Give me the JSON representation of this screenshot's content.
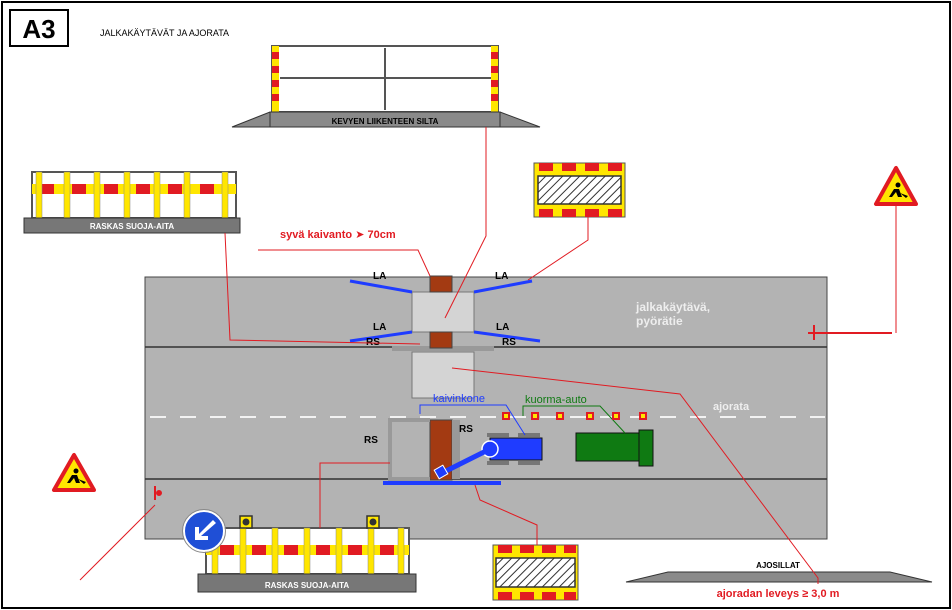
{
  "header": {
    "code": "A3",
    "title": "JALKAKÄYTÄVÄT JA AJORATA"
  },
  "labels": {
    "bridge": "KEVYEN LIIKENTEEN SILTA",
    "fence_top": "RASKAS SUOJA-AITA",
    "fence_bottom": "RASKAS SUOJA-AITA",
    "deep_trench": "syvä kaivanto ➤ 70cm",
    "sidewalk": "jalkakäytävä,",
    "bikeway": "pyörätie",
    "roadway": "ajorata",
    "excavator": "kaivinkone",
    "truck": "kuorma-auto",
    "road_plates": "AJOSILLAT",
    "road_width": "ajoradan leveys ≥ 3,0 m",
    "la": "LA",
    "rs": "RS"
  },
  "colors": {
    "red": "#e11b22",
    "yellow": "#ffe600",
    "road": "#b3b3b3",
    "trench": "#a33a12",
    "excavator": "#0019ff",
    "truck": "#0f7a12",
    "annotation": "#e11b22"
  }
}
